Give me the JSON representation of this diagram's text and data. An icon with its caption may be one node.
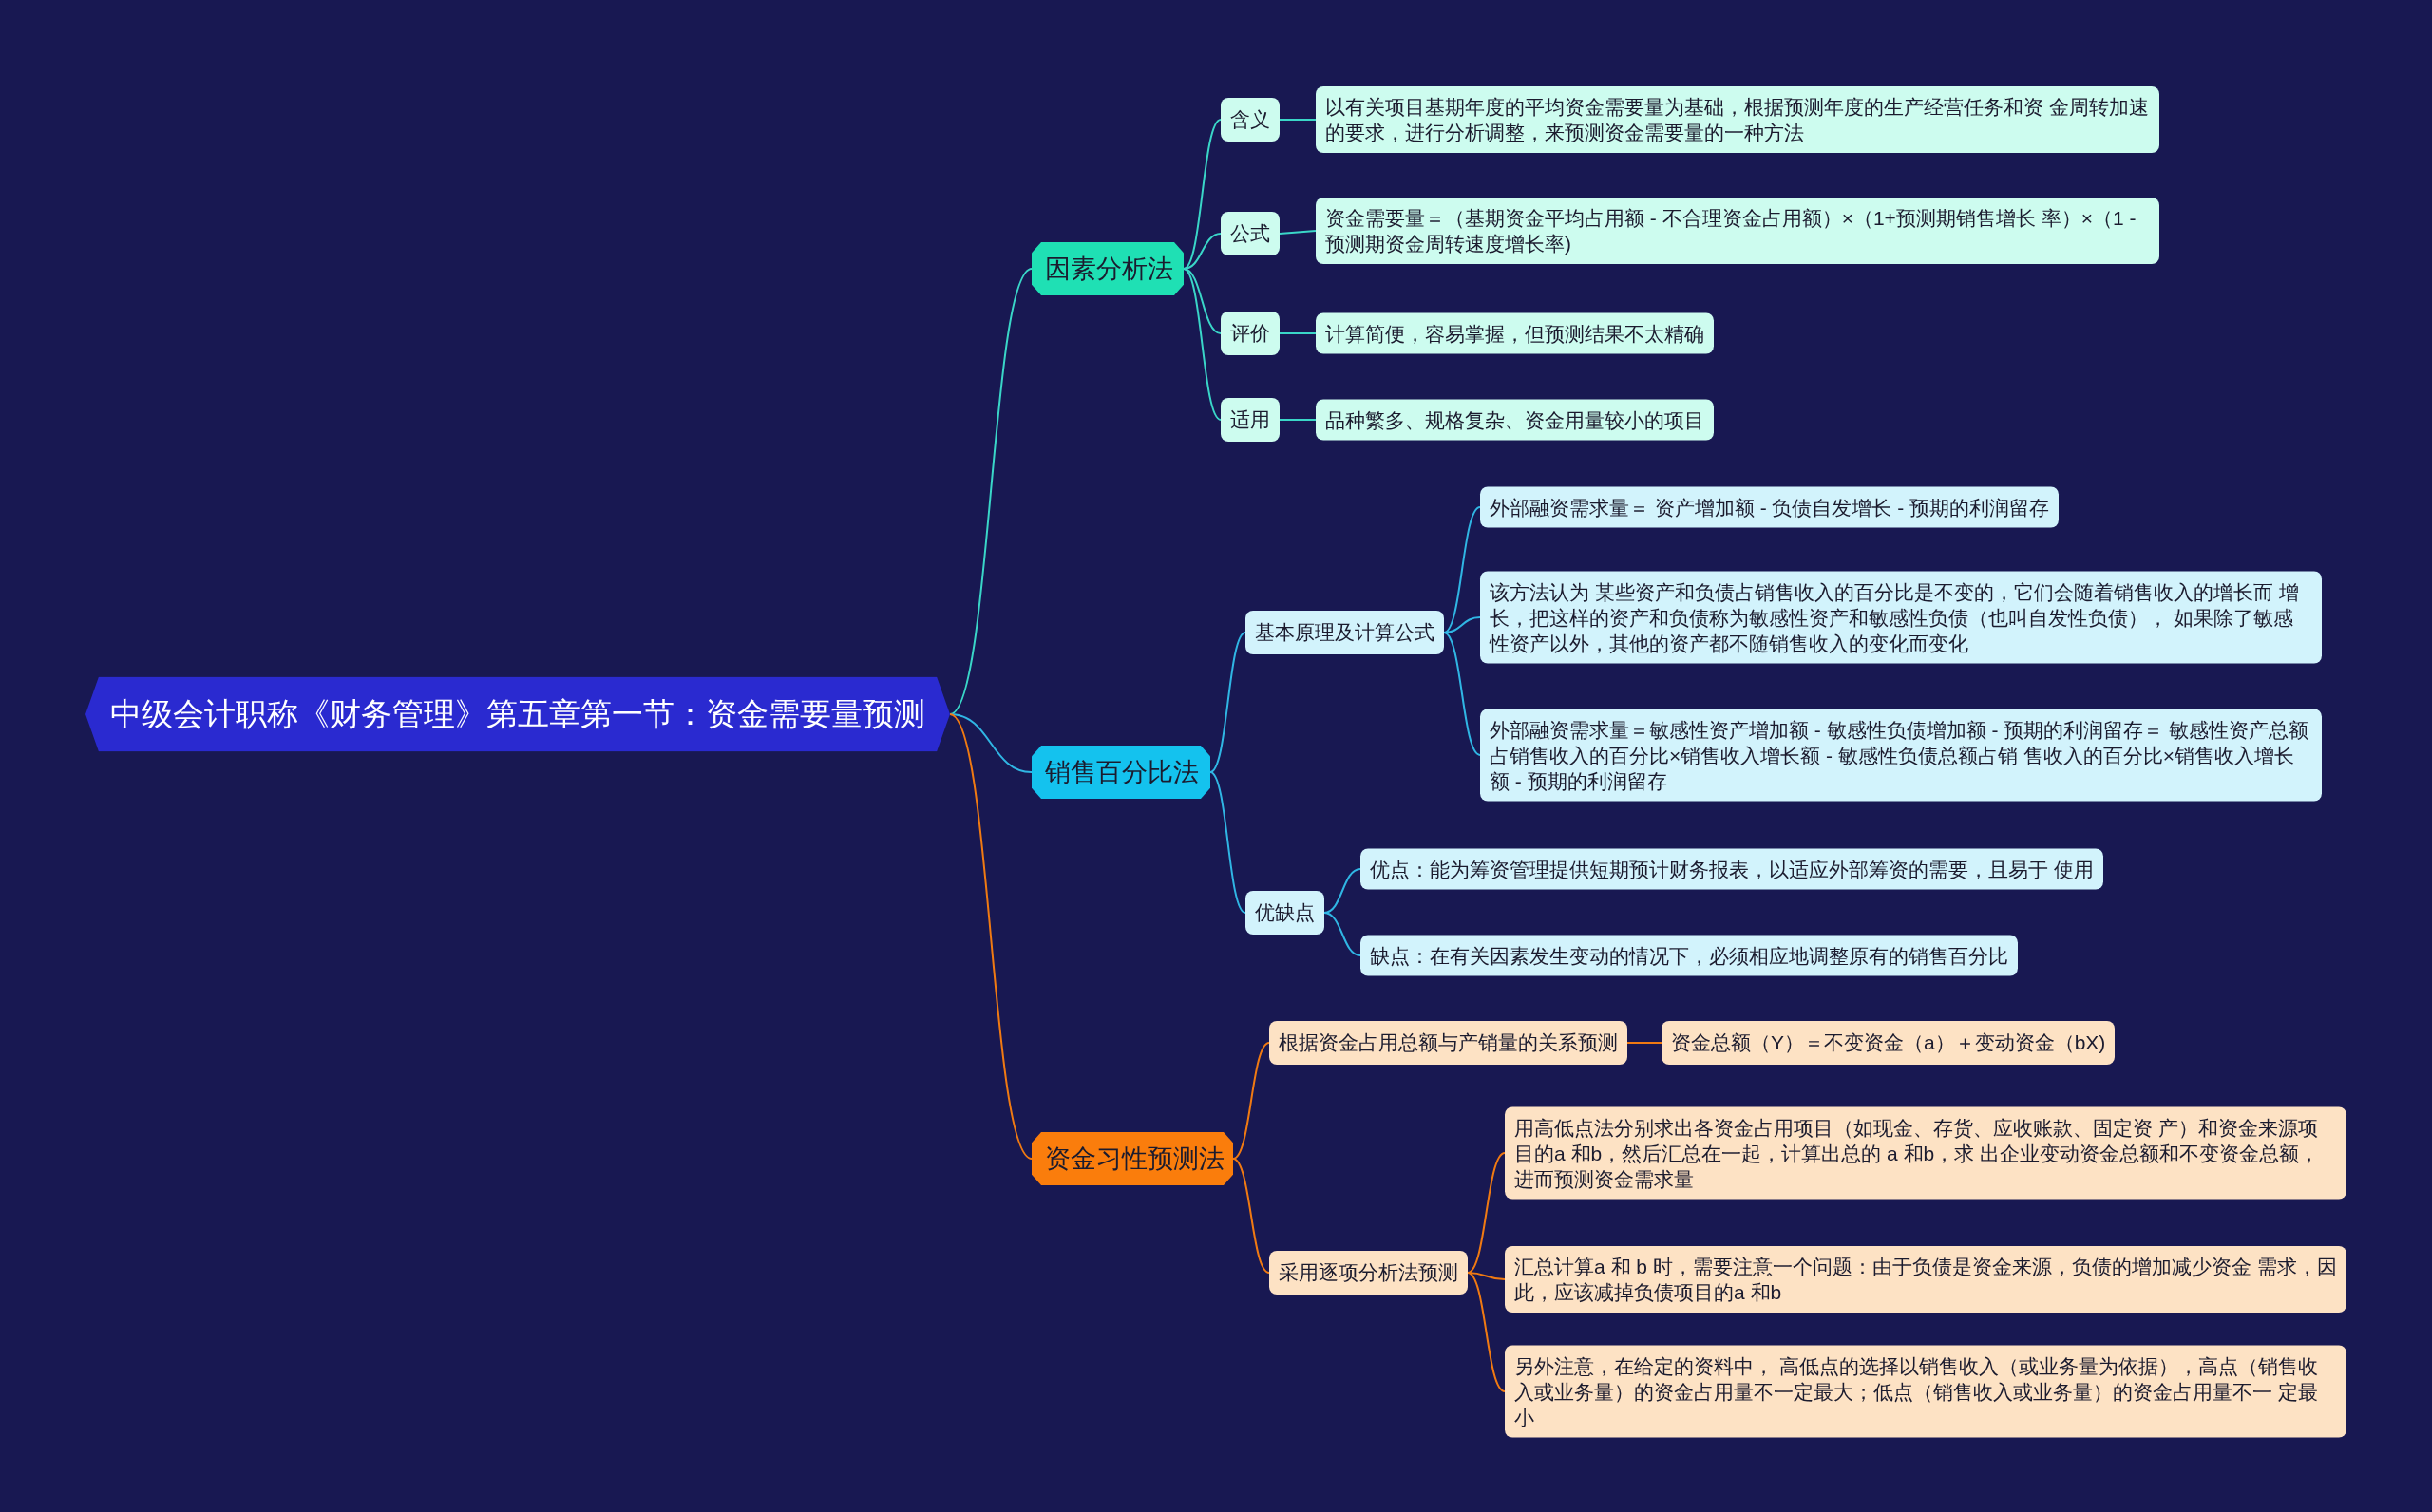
{
  "diagram": {
    "nodes": [
      {
        "text": [
          "中级会计职称《财务管理》第五章第一节：资金需要量预测"
        ]
      },
      {
        "text": [
          "因素分析法"
        ]
      },
      {
        "text": [
          "含义"
        ]
      },
      {
        "text": [
          "以有关项目基期年度的平均资金需要量为基础，根据预测年度的生产经营任务和资 金周转加速的要求，进行分析调整，来预测资金需要量的一种方法"
        ]
      },
      {
        "text": [
          "公式"
        ]
      },
      {
        "text": [
          "资金需要量＝（基期资金平均占用额 - 不合理资金占用额）×（1+预测期销售增长 率）×（1 - 预测期资金周转速度增长率)"
        ]
      },
      {
        "text": [
          "评价"
        ]
      },
      {
        "text": [
          "计算简便，容易掌握，但预测结果不太精确"
        ]
      },
      {
        "text": [
          "适用"
        ]
      },
      {
        "text": [
          "品种繁多、规格复杂、资金用量较小的项目"
        ]
      },
      {
        "text": [
          "销售百分比法"
        ]
      },
      {
        "text": [
          "基本原理及计算公式"
        ]
      },
      {
        "text": [
          "外部融资需求量＝ 资产增加额 - 负债自发增长 - 预期的利润留存"
        ]
      },
      {
        "text": [
          "该方法认为 某些资产和负债占销售收入的百分比是不变的，它们会随着销售收入的增长而 增长，把这样的资产和负债称为敏感性资产和敏感性负债（也叫自发性负债）， 如果除了敏感性资产以外，其他的资产都不随销售收入的变化而变化"
        ]
      },
      {
        "text": [
          "外部融资需求量＝敏感性资产增加额 - 敏感性负债增加额 - 预期的利润留存＝ 敏感性资产总额占销售收入的百分比×销售收入增长额 - 敏感性负债总额占销 售收入的百分比×销售收入增长额 - 预期的利润留存"
        ]
      },
      {
        "text": [
          "优缺点"
        ]
      },
      {
        "text": [
          "优点：能为筹资管理提供短期预计财务报表，以适应外部筹资的需要，且易于 使用"
        ]
      },
      {
        "text": [
          "缺点：在有关因素发生变动的情况下，必须相应地调整原有的销售百分比"
        ]
      },
      {
        "text": [
          "资金习性预测法"
        ]
      },
      {
        "text": [
          "根据资金占用总额与产销量的关系预测"
        ]
      },
      {
        "text": [
          "资金总额（Y）＝不变资金（a）＋变动资金（bX)"
        ]
      },
      {
        "text": [
          "采用逐项分析法预测"
        ]
      },
      {
        "text": [
          "用高低点法分别求出各资金占用项目（如现金、存货、应收账款、固定资 产）和资金来源项目的a 和b，然后汇总在一起，计算出总的 a 和b，求 出企业变动资金总额和不变资金总额，进而预测资金需求量"
        ]
      },
      {
        "text": [
          "汇总计算a 和 b 时，需要注意一个问题：由于负债是资金来源，负债的增加减少资金 需求，因此，应该减掉负债项目的a 和b"
        ]
      },
      {
        "text": [
          "另外注意，在给定的资料中， 高低点的选择以销售收入（或业务量为依据），高点（销售收入或业务量）的资金占用量不一定最大；低点（销售收入或业务量）的资金占用量不一 定最小"
        ]
      }
    ],
    "edges": [
      {
        "from": 0,
        "to": 1,
        "arrow": "none"
      },
      {
        "from": 0,
        "to": 10,
        "arrow": "none"
      },
      {
        "from": 0,
        "to": 18,
        "arrow": "none",
        "color": "#f07a12"
      },
      {
        "from": 1,
        "to": 2,
        "arrow": "none"
      },
      {
        "from": 1,
        "to": 4,
        "arrow": "none"
      },
      {
        "from": 1,
        "to": 6,
        "arrow": "none"
      },
      {
        "from": 1,
        "to": 8,
        "arrow": "none"
      },
      {
        "from": 2,
        "to": 3,
        "arrow": "none"
      },
      {
        "from": 4,
        "to": 5,
        "arrow": "none"
      },
      {
        "from": 6,
        "to": 7,
        "arrow": "none"
      },
      {
        "from": 8,
        "to": 9,
        "arrow": "none"
      },
      {
        "from": 10,
        "to": 11,
        "arrow": "none"
      },
      {
        "from": 10,
        "to": 15,
        "arrow": "none"
      },
      {
        "from": 11,
        "to": 12,
        "arrow": "none"
      },
      {
        "from": 11,
        "to": 13,
        "arrow": "none"
      },
      {
        "from": 11,
        "to": 14,
        "arrow": "none"
      },
      {
        "from": 15,
        "to": 16,
        "arrow": "none"
      },
      {
        "from": 15,
        "to": 17,
        "arrow": "none"
      },
      {
        "from": 18,
        "to": 19,
        "arrow": "none",
        "color": "#f07a12"
      },
      {
        "from": 18,
        "to": 21,
        "arrow": "none",
        "color": "#f07a12"
      },
      {
        "from": 19,
        "to": 20,
        "arrow": "none",
        "color": "#f07a12"
      },
      {
        "from": 21,
        "to": 22,
        "arrow": "none",
        "color": "#f07a12"
      },
      {
        "from": 21,
        "to": 23,
        "arrow": "none",
        "color": "#f07a12"
      },
      {
        "from": 21,
        "to": 24,
        "arrow": "none",
        "color": "#f07a12"
      }
    ]
  }
}
